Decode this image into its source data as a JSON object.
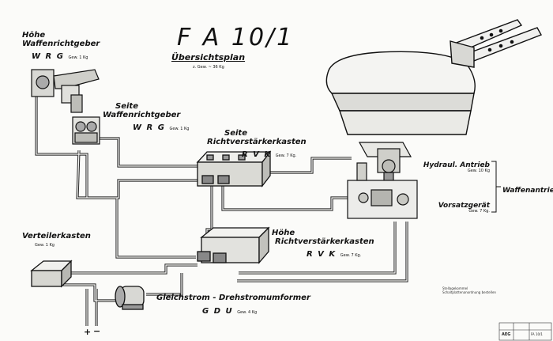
{
  "title": "F A 10/1",
  "subtitle": "Übersichtsplan",
  "subnote": "z. Gew. ~ 36 Kg",
  "components": {
    "hoehe_wrg": {
      "line1": "Höhe",
      "line2": "Waffenrichtgeber",
      "abbr": "W R G",
      "weight": "Gew. 1 Kg"
    },
    "seite_wrg": {
      "line1": "Seite",
      "line2": "Waffenrichtgeber",
      "abbr": "W R G",
      "weight": "Gew. 1 Kg"
    },
    "seite_rvk": {
      "line1": "Seite",
      "line2": "Richtverstärkerkasten",
      "abbr": "R V K",
      "weight": "Gew. 7 Kg."
    },
    "hoehe_rvk": {
      "line1": "Höhe",
      "line2": "Richtverstärkerkasten",
      "abbr": "R V K",
      "weight": "Gew. 7 Kg."
    },
    "verteilerkasten": {
      "line1": "Verteilerkasten",
      "weight": "Gew. 1 Kg"
    },
    "gdu": {
      "line1": "Gleichstrom - Drehstromumformer",
      "abbr": "G D U",
      "weight": "Gew. 4 Kg"
    },
    "hydraul": {
      "line1": "Hydraul. Antrieb",
      "weight": "Gew. 10 Kg"
    },
    "vorsatz": {
      "line1": "Vorsatzgerät",
      "weight": "Gew. 7 Kg."
    },
    "waffenantrieb": "Waffenantrieb"
  },
  "polarity": {
    "plus": "+",
    "minus": "−"
  },
  "stamp_note": {
    "line1": "Stellagekommel",
    "line2": "Schaltplattenanordnung bestellen"
  },
  "title_block": {
    "company": "AEG",
    "number": "FA 10/1"
  }
}
